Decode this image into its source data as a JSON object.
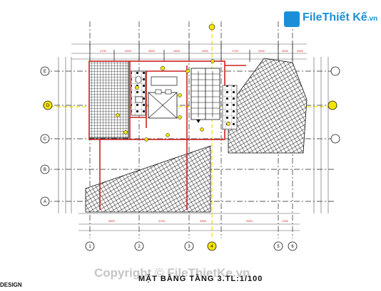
{
  "watermark": {
    "logo_main": "File",
    "logo_brand": "Thiết Kế",
    "logo_suffix": ".vn",
    "copyright": "Copyright © FileThietKe.vn"
  },
  "drawing": {
    "title": "MẶT BẰNG TẦNG 3.TL:1/100",
    "design_label": "DESIGN",
    "grid_axes_bottom": [
      "1",
      "2",
      "3",
      "4",
      "5",
      "6"
    ],
    "grid_axes_left": [
      "E",
      "D",
      "C",
      "B",
      "A"
    ],
    "dimensions_top": [
      "4700",
      "3000",
      "3500",
      "2600",
      "4900",
      "1700",
      "3300",
      "3000",
      "3950"
    ],
    "dimensions_bottom": [
      "3600",
      "4700",
      "3300",
      "3300",
      "1250"
    ],
    "colors": {
      "wall": "#cc2222",
      "axis": "#111111",
      "highlight_axis": "#f5e400",
      "ruler": "#666666"
    }
  }
}
